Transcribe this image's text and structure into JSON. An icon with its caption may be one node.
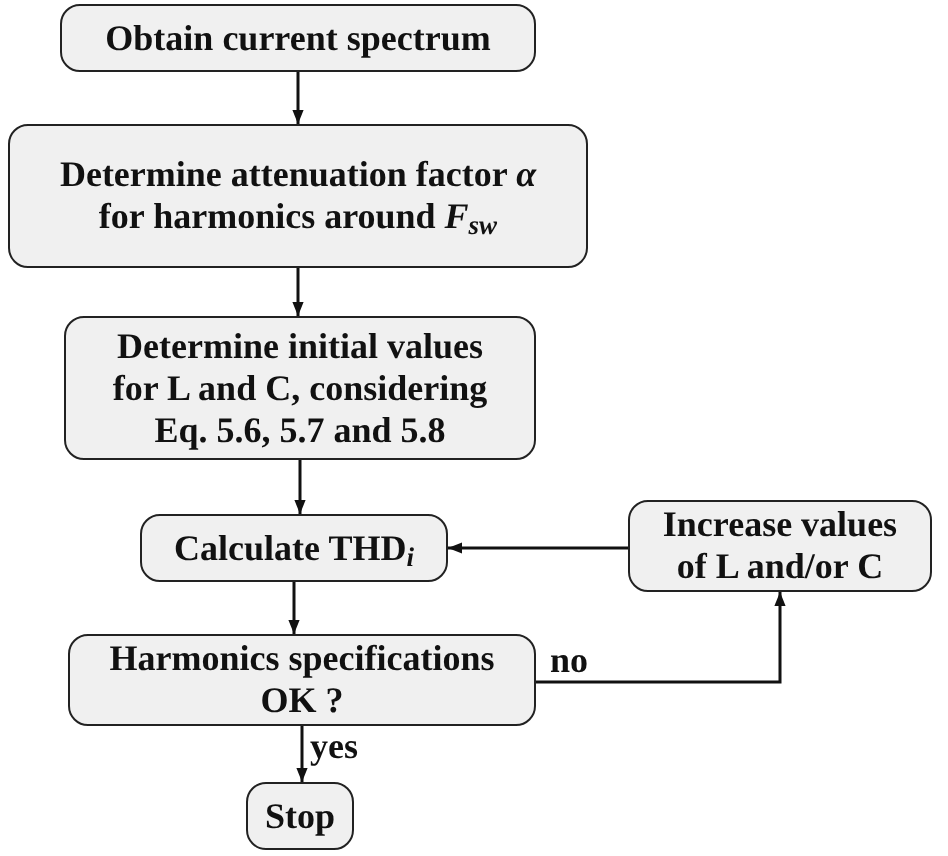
{
  "diagram": {
    "nodes": [
      {
        "text": [
          "Obtain current spectrum"
        ]
      },
      {
        "text": [
          "Determine attenuation factor *α* for harmonics around *F*$_{sw}$"
        ]
      },
      {
        "text": [
          "Determine initial values for L and C, considering Eq. 5.6, 5.7 and 5.8"
        ]
      },
      {
        "text": [
          "Calculate THD$_{i}$"
        ]
      },
      {
        "text": [
          "Increase values of L and/or C"
        ]
      },
      {
        "text": [
          "Harmonics specifications OK ?"
        ]
      },
      {
        "text": [
          "Stop"
        ]
      }
    ],
    "edges": [
      {
        "from": 0,
        "to": 1,
        "arrow": "to"
      },
      {
        "from": 1,
        "to": 2,
        "arrow": "to"
      },
      {
        "from": 2,
        "to": 3,
        "arrow": "to"
      },
      {
        "from": 3,
        "to": 5,
        "arrow": "to"
      },
      {
        "from": 5,
        "to": 6,
        "arrow": "to",
        "label": "yes"
      },
      {
        "from": 5,
        "to": 4,
        "arrow": "to",
        "label": "no"
      },
      {
        "from": 4,
        "to": 3,
        "arrow": "to"
      }
    ]
  }
}
